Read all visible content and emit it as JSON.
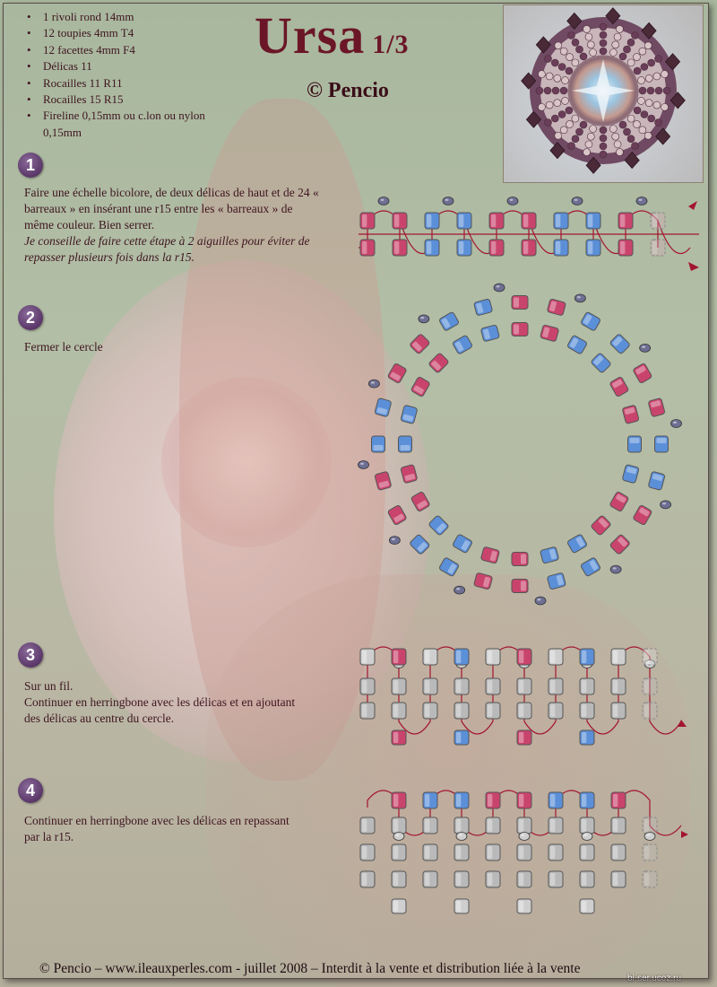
{
  "title": "Ursa",
  "title_part": "1/3",
  "author": "© Pencio",
  "materials": [
    "1 rivoli rond 14mm",
    "12 toupies 4mm T4",
    "12 facettes 4mm F4",
    "Délicas 11",
    "Rocailles 11 R11",
    "Rocailles 15 R15",
    "Fireline 0,15mm ou c.lon ou nylon 0,15mm"
  ],
  "steps": [
    {
      "number": "1",
      "text": "Faire une échelle bicolore, de deux délicas de haut et de 24 « barreaux » en insérant une r15 entre les « barreaux » de même couleur. Bien serrer.",
      "note": "Je conseille de faire cette étape à 2 aiguilles pour éviter de repasser plusieurs fois dans la r15."
    },
    {
      "number": "2",
      "text": "Fermer le cercle"
    },
    {
      "number": "3",
      "line1": "Sur un fil.",
      "text": "Continuer en herringbone avec les délicas et en ajoutant des délicas au centre du cercle."
    },
    {
      "number": "4",
      "text": "Continuer en herringbone avec les délicas en repassant par la r15."
    }
  ],
  "footer": "© Pencio – www.ileauxperles.com - juillet 2008 – Interdit à la vente et distribution liée à la vente",
  "watermark": "bi-ser.ucoz.ru",
  "colors": {
    "title": "#6b1626",
    "pink_delica": "#c9446d",
    "blue_delica": "#5b8fd8",
    "grey_delica": "#b9b9b9",
    "r15_bead": "#6e6f93",
    "thread": "#a31531",
    "step_badge": "#5a3768"
  },
  "icons": [
    "photo-ursa-bead",
    "step-number-badge",
    "bead-diagram"
  ]
}
